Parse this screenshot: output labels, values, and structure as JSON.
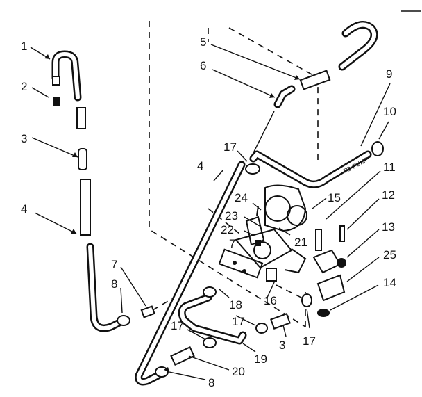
{
  "labels": {
    "n1": "1",
    "n2": "2",
    "n3a": "3",
    "n3b": "3",
    "n4a": "4",
    "n4b": "4",
    "n5": "5",
    "n6": "6",
    "n7a": "7",
    "n7b": "7",
    "n8a": "8",
    "n8b": "8",
    "n9": "9",
    "n10": "10",
    "n11": "11",
    "n12": "12",
    "n13": "13",
    "n14": "14",
    "n15": "15",
    "n16": "16",
    "n17a": "17",
    "n17b": "17",
    "n17c": "17",
    "n17d": "17",
    "n18": "18",
    "n19": "19",
    "n20": "20",
    "n21": "21",
    "n22": "22",
    "n23": "23",
    "n24": "24",
    "n25": "25",
    "to_pump": "TO PUMP"
  }
}
